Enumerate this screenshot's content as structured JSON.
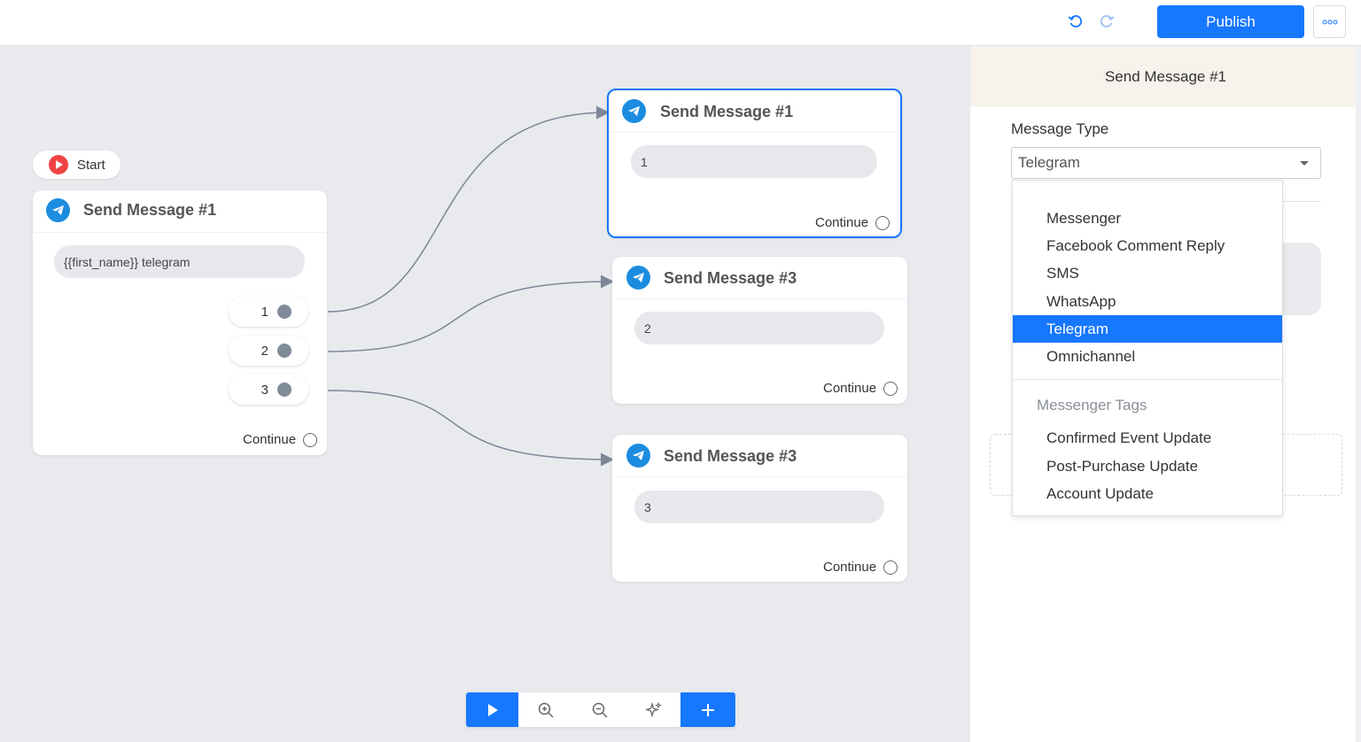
{
  "topbar": {
    "undo_icon": "undo-icon",
    "redo_icon": "redo-icon",
    "publish_label": "Publish",
    "more_icon": "more-dots-icon"
  },
  "canvas": {
    "start_label": "Start",
    "nodes": [
      {
        "title": "Send Message #1",
        "message": "{{first_name}} telegram",
        "buttons": [
          "1",
          "2",
          "3"
        ],
        "continue_label": "Continue"
      },
      {
        "title": "Send Message #1",
        "message": "1",
        "continue_label": "Continue",
        "selected": true
      },
      {
        "title": "Send Message #3",
        "message": "2",
        "continue_label": "Continue"
      },
      {
        "title": "Send Message #3",
        "message": "3",
        "continue_label": "Continue"
      }
    ]
  },
  "toolbar": {
    "items": [
      "play-icon",
      "zoom-in-icon",
      "zoom-out-icon",
      "auto-layout-sparkle-icon",
      "add-plus-icon"
    ]
  },
  "panel": {
    "title": "Send Message #1",
    "message_type_label": "Message Type",
    "message_type_value": "Telegram",
    "dropdown": {
      "options": [
        "Messenger",
        "Facebook Comment Reply",
        "SMS",
        "WhatsApp",
        "Telegram",
        "Omnichannel"
      ],
      "selected": "Telegram",
      "group_label": "Messenger Tags",
      "group_options": [
        "Confirmed Event Update",
        "Post-Purchase Update",
        "Account Update"
      ]
    }
  },
  "colors": {
    "accent": "#1677ff",
    "telegram": "#1c8ce0",
    "start": "#ef4444",
    "panel_header": "#f7f3ec"
  }
}
